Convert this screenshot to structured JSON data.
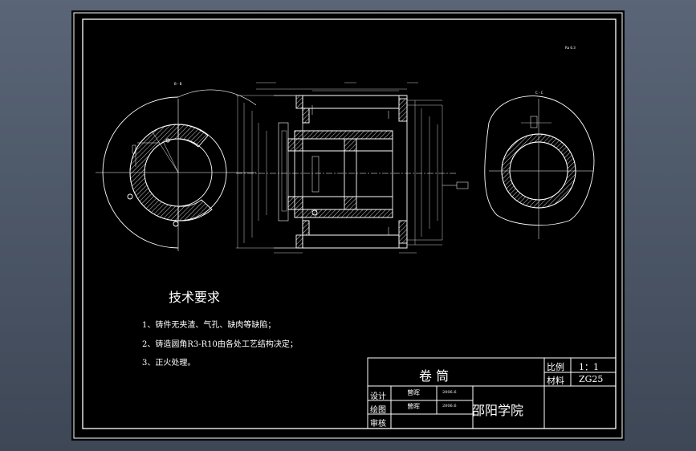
{
  "technical_requirements": {
    "title": "技术要求",
    "items": [
      "1、铸件无夹渣、气孔、缺肉等缺陷；",
      "2、铸造圆角R3-R10由各处工艺结构决定；",
      "3、正火处理。"
    ]
  },
  "title_block": {
    "part_name": "卷  筒",
    "scale_label": "比例",
    "scale_value": "1：1",
    "material_label": "材料",
    "material_value": "ZG25",
    "design_label": "设计",
    "drawing_label": "绘图",
    "review_label": "审核",
    "designer": "曾晖",
    "drafter": "曾晖",
    "design_date": "2006.6",
    "drawing_date": "2006.6",
    "institution": "邵阳学院"
  },
  "view_labels": {
    "section_b": "B - B",
    "section_c": "C - C",
    "roughness_note": "Ra 6.3"
  },
  "colors": {
    "line": "#ffffff",
    "background": "#000000",
    "frame_outer": "#6f7d8f"
  }
}
